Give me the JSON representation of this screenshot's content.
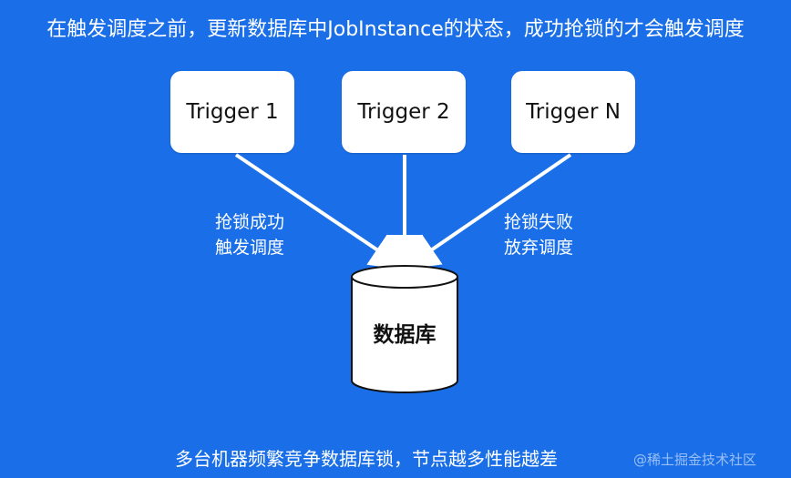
{
  "diagram": {
    "title": "在触发调度之前，更新数据库中JobInstance的状态，成功抢锁的才会触发调度",
    "triggers": [
      {
        "label": "Trigger 1"
      },
      {
        "label": "Trigger 2"
      },
      {
        "label": "Trigger N"
      }
    ],
    "edge_labels": {
      "success": {
        "line1": "抢锁成功",
        "line2": "触发调度"
      },
      "fail": {
        "line1": "抢锁失败",
        "line2": "放弃调度"
      }
    },
    "database_label": "数据库",
    "footer": "多台机器频繁竞争数据库锁，节点越多性能越差",
    "watermark": "@稀土掘金技术社区"
  },
  "colors": {
    "background": "#1a6fe8",
    "box_fill": "#ffffff",
    "arrow": "#ffffff",
    "text_dark": "#111111"
  }
}
